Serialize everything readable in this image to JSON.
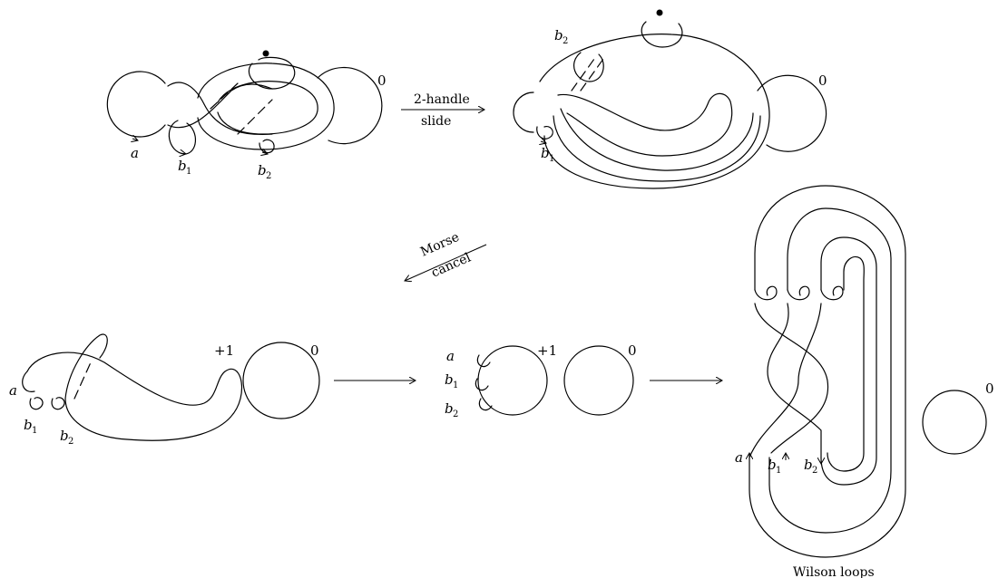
{
  "labels": {
    "a": "a",
    "b1_main": "b",
    "b1_sub": "1",
    "b2_main": "b",
    "b2_sub": "2",
    "zero": "0",
    "plus_one": "+1",
    "two_handle": "2-handle",
    "slide": "slide",
    "morse": "Morse",
    "cancel": "cancel",
    "wilson_loops": "Wilson loops"
  }
}
